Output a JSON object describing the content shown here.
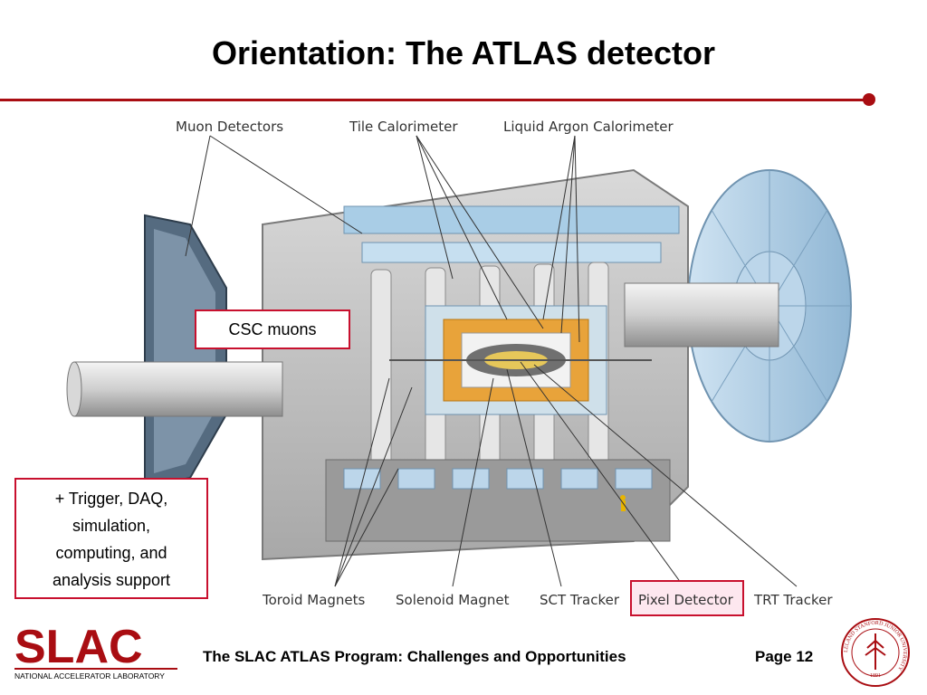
{
  "slide": {
    "title": "Orientation: The ATLAS detector"
  },
  "labels": {
    "muon_detectors": "Muon Detectors",
    "tile_calorimeter": "Tile Calorimeter",
    "liquid_argon_calorimeter": "Liquid Argon Calorimeter",
    "toroid_magnets": "Toroid Magnets",
    "solenoid_magnet": "Solenoid Magnet",
    "sct_tracker": "SCT Tracker",
    "pixel_detector": "Pixel Detector",
    "trt_tracker": "TRT Tracker"
  },
  "callouts": {
    "csc": "CSC muons",
    "trigger_lines": [
      "+ Trigger, DAQ,",
      "simulation,",
      "computing, and",
      "analysis support"
    ]
  },
  "footer": {
    "program": "The SLAC ATLAS Program: Challenges and Opportunities",
    "page": "Page 12"
  },
  "logo": {
    "wordmark": "SLAC",
    "subtitle": "NATIONAL ACCELERATOR LABORATORY"
  },
  "seal": {
    "text": "LELAND STANFORD JUNIOR UNIVERSITY",
    "year": "1891"
  },
  "colors": {
    "accent": "#a90d12",
    "callout_border": "#c8102e",
    "pixel_highlight": "#fde7ef",
    "detector_blue": "#9fc6e0",
    "detector_orange": "#e8a33a"
  }
}
